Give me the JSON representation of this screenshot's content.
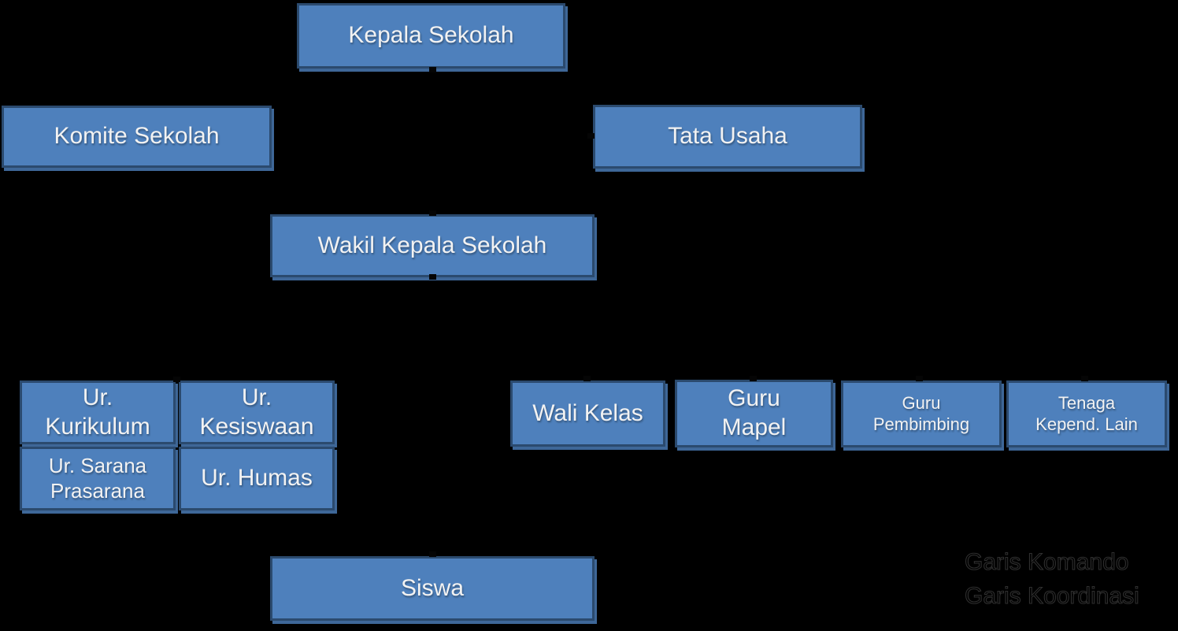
{
  "colors": {
    "background": "#000000",
    "box_fill": "#4E80BC",
    "box_border": "#2B4A6E",
    "box_text": "#F2F2F2",
    "shadow": "#3E6798",
    "legend_text": "#2F2F2F"
  },
  "boxes": {
    "kepala_sekolah": {
      "lines": [
        "Kepala Sekolah"
      ]
    },
    "komite_sekolah": {
      "lines": [
        "Komite Sekolah"
      ]
    },
    "tata_usaha": {
      "lines": [
        "Tata Usaha"
      ]
    },
    "wakil_kepala_sekolah": {
      "lines": [
        "Wakil Kepala Sekolah"
      ]
    },
    "ur_kurikulum": {
      "lines": [
        "Ur.",
        "Kurikulum"
      ]
    },
    "ur_kesiswaan": {
      "lines": [
        "Ur.",
        "Kesiswaan"
      ]
    },
    "ur_sarana_prasarana": {
      "lines": [
        "Ur. Sarana",
        "Prasarana"
      ]
    },
    "ur_humas": {
      "lines": [
        "Ur. Humas"
      ]
    },
    "wali_kelas": {
      "lines": [
        "Wali Kelas"
      ]
    },
    "guru_mapel": {
      "lines": [
        "Guru",
        "Mapel"
      ]
    },
    "guru_pembimbing": {
      "lines": [
        "Guru",
        "Pembimbing"
      ]
    },
    "tenaga_kepend_lain": {
      "lines": [
        "Tenaga",
        "Kepend. Lain"
      ]
    },
    "siswa": {
      "lines": [
        "Siswa"
      ]
    }
  },
  "legend": {
    "items": [
      "Garis Komando",
      "Garis Koordinasi"
    ]
  }
}
